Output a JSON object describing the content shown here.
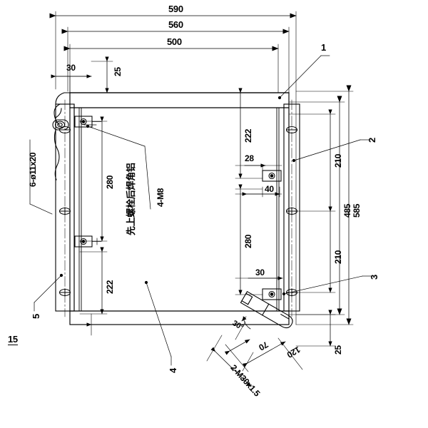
{
  "drawing": {
    "title": "Radiator / Cooler Assembly Mounting Drawing",
    "sheet_note": "15",
    "units": "mm",
    "line_color": "#000000",
    "background": "#ffffff"
  },
  "dimensions": {
    "top": [
      {
        "id": "d-590",
        "value": "590"
      },
      {
        "id": "d-560",
        "value": "560"
      },
      {
        "id": "d-500",
        "value": "500"
      },
      {
        "id": "d-30-top",
        "value": "30"
      },
      {
        "id": "d-25-top",
        "value": "25"
      }
    ],
    "right": [
      {
        "id": "d-585",
        "value": "585"
      },
      {
        "id": "d-485",
        "value": "485"
      },
      {
        "id": "d-210-upper",
        "value": "210"
      },
      {
        "id": "d-210-lower",
        "value": "210"
      },
      {
        "id": "d-25-right",
        "value": "25"
      }
    ],
    "inner": [
      {
        "id": "d-222-upper",
        "value": "222"
      },
      {
        "id": "d-28",
        "value": "28"
      },
      {
        "id": "d-40",
        "value": "40"
      },
      {
        "id": "d-280-inner",
        "value": "280"
      },
      {
        "id": "d-30-inner",
        "value": "30"
      }
    ],
    "left": [
      {
        "id": "d-280-left",
        "value": "280"
      },
      {
        "id": "d-222-left",
        "value": "222"
      }
    ],
    "pipe": [
      {
        "id": "d-angle-30",
        "value": "30°"
      },
      {
        "id": "d-70",
        "value": "70"
      },
      {
        "id": "d-120",
        "value": "120"
      },
      {
        "id": "d-thread",
        "value": "2-M30x1.5"
      }
    ]
  },
  "notes": {
    "hole_spec": "6-ø11x20",
    "bolt_spec": "4-M8",
    "assembly_note": "先上螺栓后焊角铝"
  },
  "callouts": [
    {
      "id": "callout-1",
      "label": "1"
    },
    {
      "id": "callout-2",
      "label": "2"
    },
    {
      "id": "callout-3",
      "label": "3"
    },
    {
      "id": "callout-4",
      "label": "4"
    },
    {
      "id": "callout-5",
      "label": "5"
    }
  ]
}
